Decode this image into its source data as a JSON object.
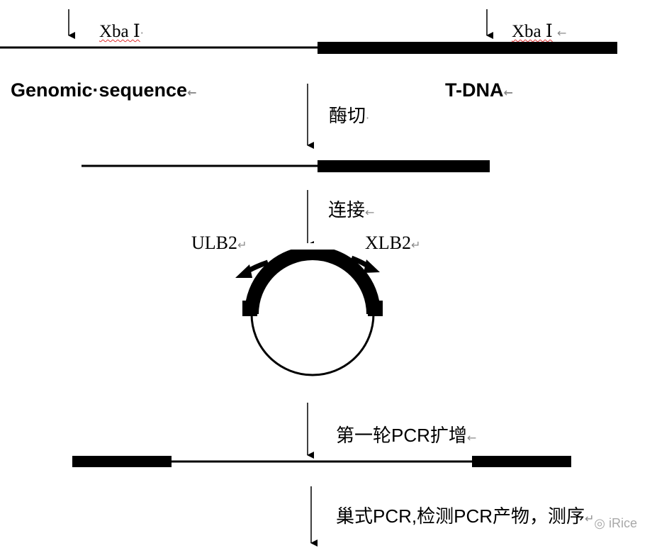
{
  "labels": {
    "site_left": "Xba Ⅰ",
    "site_right": "Xba Ⅰ",
    "genomic": "Genomic·sequence",
    "tdna": "T-DNA",
    "step1": "酶切",
    "step2": "连接",
    "primer_left": "ULB2",
    "primer_right": "XLB2",
    "step3": "第一轮PCR扩增",
    "step4": "巢式PCR,检测PCR产物，测序"
  },
  "marks": {
    "return": "↵",
    "left": "←",
    "dot": "·"
  },
  "watermark": "iRice",
  "colors": {
    "line": "#000000",
    "background": "#ffffff",
    "mark": "#8a8a8a",
    "squiggle": "#e03030"
  }
}
